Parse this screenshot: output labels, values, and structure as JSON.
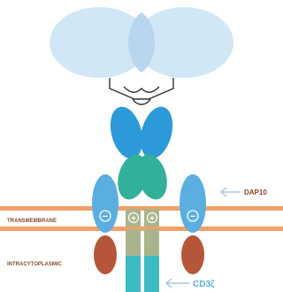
{
  "labels": {
    "transmembrane": "TRANSMEMBRANE",
    "intracytoplasmic": "INTRACYTOPLASMIC",
    "dap10": "DAP10",
    "cd3z": "CD3ζ"
  },
  "signs": {
    "negative": "−",
    "positive": "+"
  },
  "colors": {
    "membrane": "#f0a068",
    "head_light": "#cfe6f6",
    "head_edge": "#b8d6ee",
    "blue_domain": "#2c9ad8",
    "teal_domain": "#33b09a",
    "dap10_body": "#5aaee0",
    "brown_tail": "#b5563a",
    "stalk_olive": "#a9b48c",
    "stalk_cyan": "#3cbcc0",
    "arrow": "#a8c8e4",
    "label_dark": "#8a4a2a",
    "cd3_label": "#5aaee0"
  }
}
